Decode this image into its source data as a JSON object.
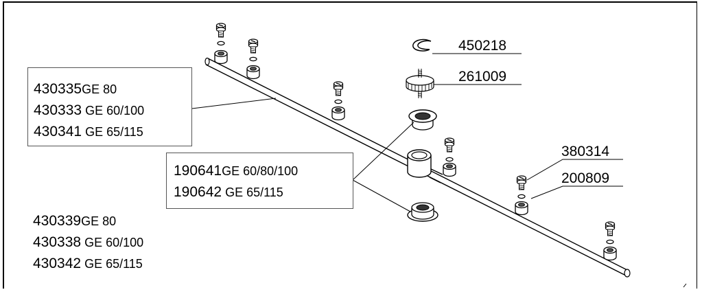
{
  "labels": {
    "clip": "450218",
    "knob": "261009",
    "screw": "380314",
    "oring": "200809"
  },
  "box_main": [
    {
      "code": "430335",
      "spec": "GE 80"
    },
    {
      "code": "430333",
      "spec": " GE 60/100"
    },
    {
      "code": "430341",
      "spec": " GE 65/115"
    }
  ],
  "box_bushing": [
    {
      "code": "190641",
      "spec": "GE 60/80/100"
    },
    {
      "code": "190642",
      "spec": " GE 65/115"
    }
  ],
  "list_bottom": [
    {
      "code": "430339",
      "spec": "GE 80"
    },
    {
      "code": "430338",
      "spec": " GE 60/100"
    },
    {
      "code": "430342",
      "spec": " GE 65/115"
    }
  ]
}
